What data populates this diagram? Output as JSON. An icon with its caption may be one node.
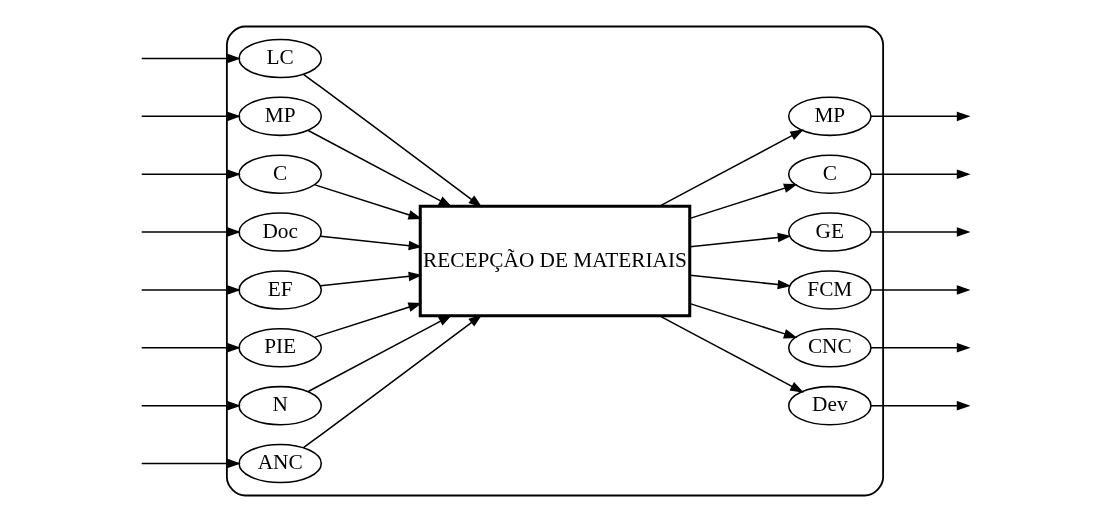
{
  "diagram": {
    "nodes": [
      {
        "text": [],
        "shape": "box"
      },
      {
        "text": [
          "LC"
        ],
        "in": 0
      },
      {
        "text": [
          "MP"
        ],
        "in": 0
      },
      {
        "text": [
          "C"
        ],
        "in": 0
      },
      {
        "text": [
          "Doc"
        ],
        "in": 0
      },
      {
        "text": [
          "EF"
        ],
        "in": 0
      },
      {
        "text": [
          "PIE"
        ],
        "in": 0
      },
      {
        "text": [
          "N"
        ],
        "in": 0
      },
      {
        "text": [
          "ANC"
        ],
        "in": 0
      },
      {
        "text": [
          "RECEPÇÃO DE MATERIAIS"
        ],
        "in": 0
      },
      {
        "text": [
          "MP"
        ],
        "in": 0
      },
      {
        "text": [
          "C"
        ],
        "in": 0
      },
      {
        "text": [
          "GE"
        ],
        "in": 0
      },
      {
        "text": [
          "FCM"
        ],
        "in": 0
      },
      {
        "text": [
          "CNC"
        ],
        "in": 0
      },
      {
        "text": [
          "Dev"
        ],
        "in": 0
      }
    ],
    "edges": [
      {
        "from": null,
        "to": 1,
        "arrow": "to"
      },
      {
        "from": null,
        "to": 2,
        "arrow": "to"
      },
      {
        "from": null,
        "to": 3,
        "arrow": "to"
      },
      {
        "from": null,
        "to": 4,
        "arrow": "to"
      },
      {
        "from": null,
        "to": 5,
        "arrow": "to"
      },
      {
        "from": null,
        "to": 6,
        "arrow": "to"
      },
      {
        "from": null,
        "to": 7,
        "arrow": "to"
      },
      {
        "from": null,
        "to": 8,
        "arrow": "to"
      },
      {
        "from": 1,
        "to": 9,
        "arrow": "to"
      },
      {
        "from": 2,
        "to": 9,
        "arrow": "to"
      },
      {
        "from": 3,
        "to": 9,
        "arrow": "to"
      },
      {
        "from": 4,
        "to": 9,
        "arrow": "to"
      },
      {
        "from": 5,
        "to": 9,
        "arrow": "to"
      },
      {
        "from": 6,
        "to": 9,
        "arrow": "to"
      },
      {
        "from": 7,
        "to": 9,
        "arrow": "to"
      },
      {
        "from": 8,
        "to": 9,
        "arrow": "to"
      },
      {
        "from": 9,
        "to": 10,
        "arrow": "to"
      },
      {
        "from": 9,
        "to": 11,
        "arrow": "to"
      },
      {
        "from": 9,
        "to": 12,
        "arrow": "to"
      },
      {
        "from": 9,
        "to": 13,
        "arrow": "to"
      },
      {
        "from": 9,
        "to": 14,
        "arrow": "to"
      },
      {
        "from": 9,
        "to": 15,
        "arrow": "to"
      },
      {
        "from": 10,
        "to": null,
        "arrow": "to"
      },
      {
        "from": 11,
        "to": null,
        "arrow": "to"
      },
      {
        "from": 12,
        "to": null,
        "arrow": "to"
      },
      {
        "from": 13,
        "to": null,
        "arrow": "to"
      },
      {
        "from": 14,
        "to": null,
        "arrow": "to"
      },
      {
        "from": 15,
        "to": null,
        "arrow": "to"
      }
    ]
  }
}
